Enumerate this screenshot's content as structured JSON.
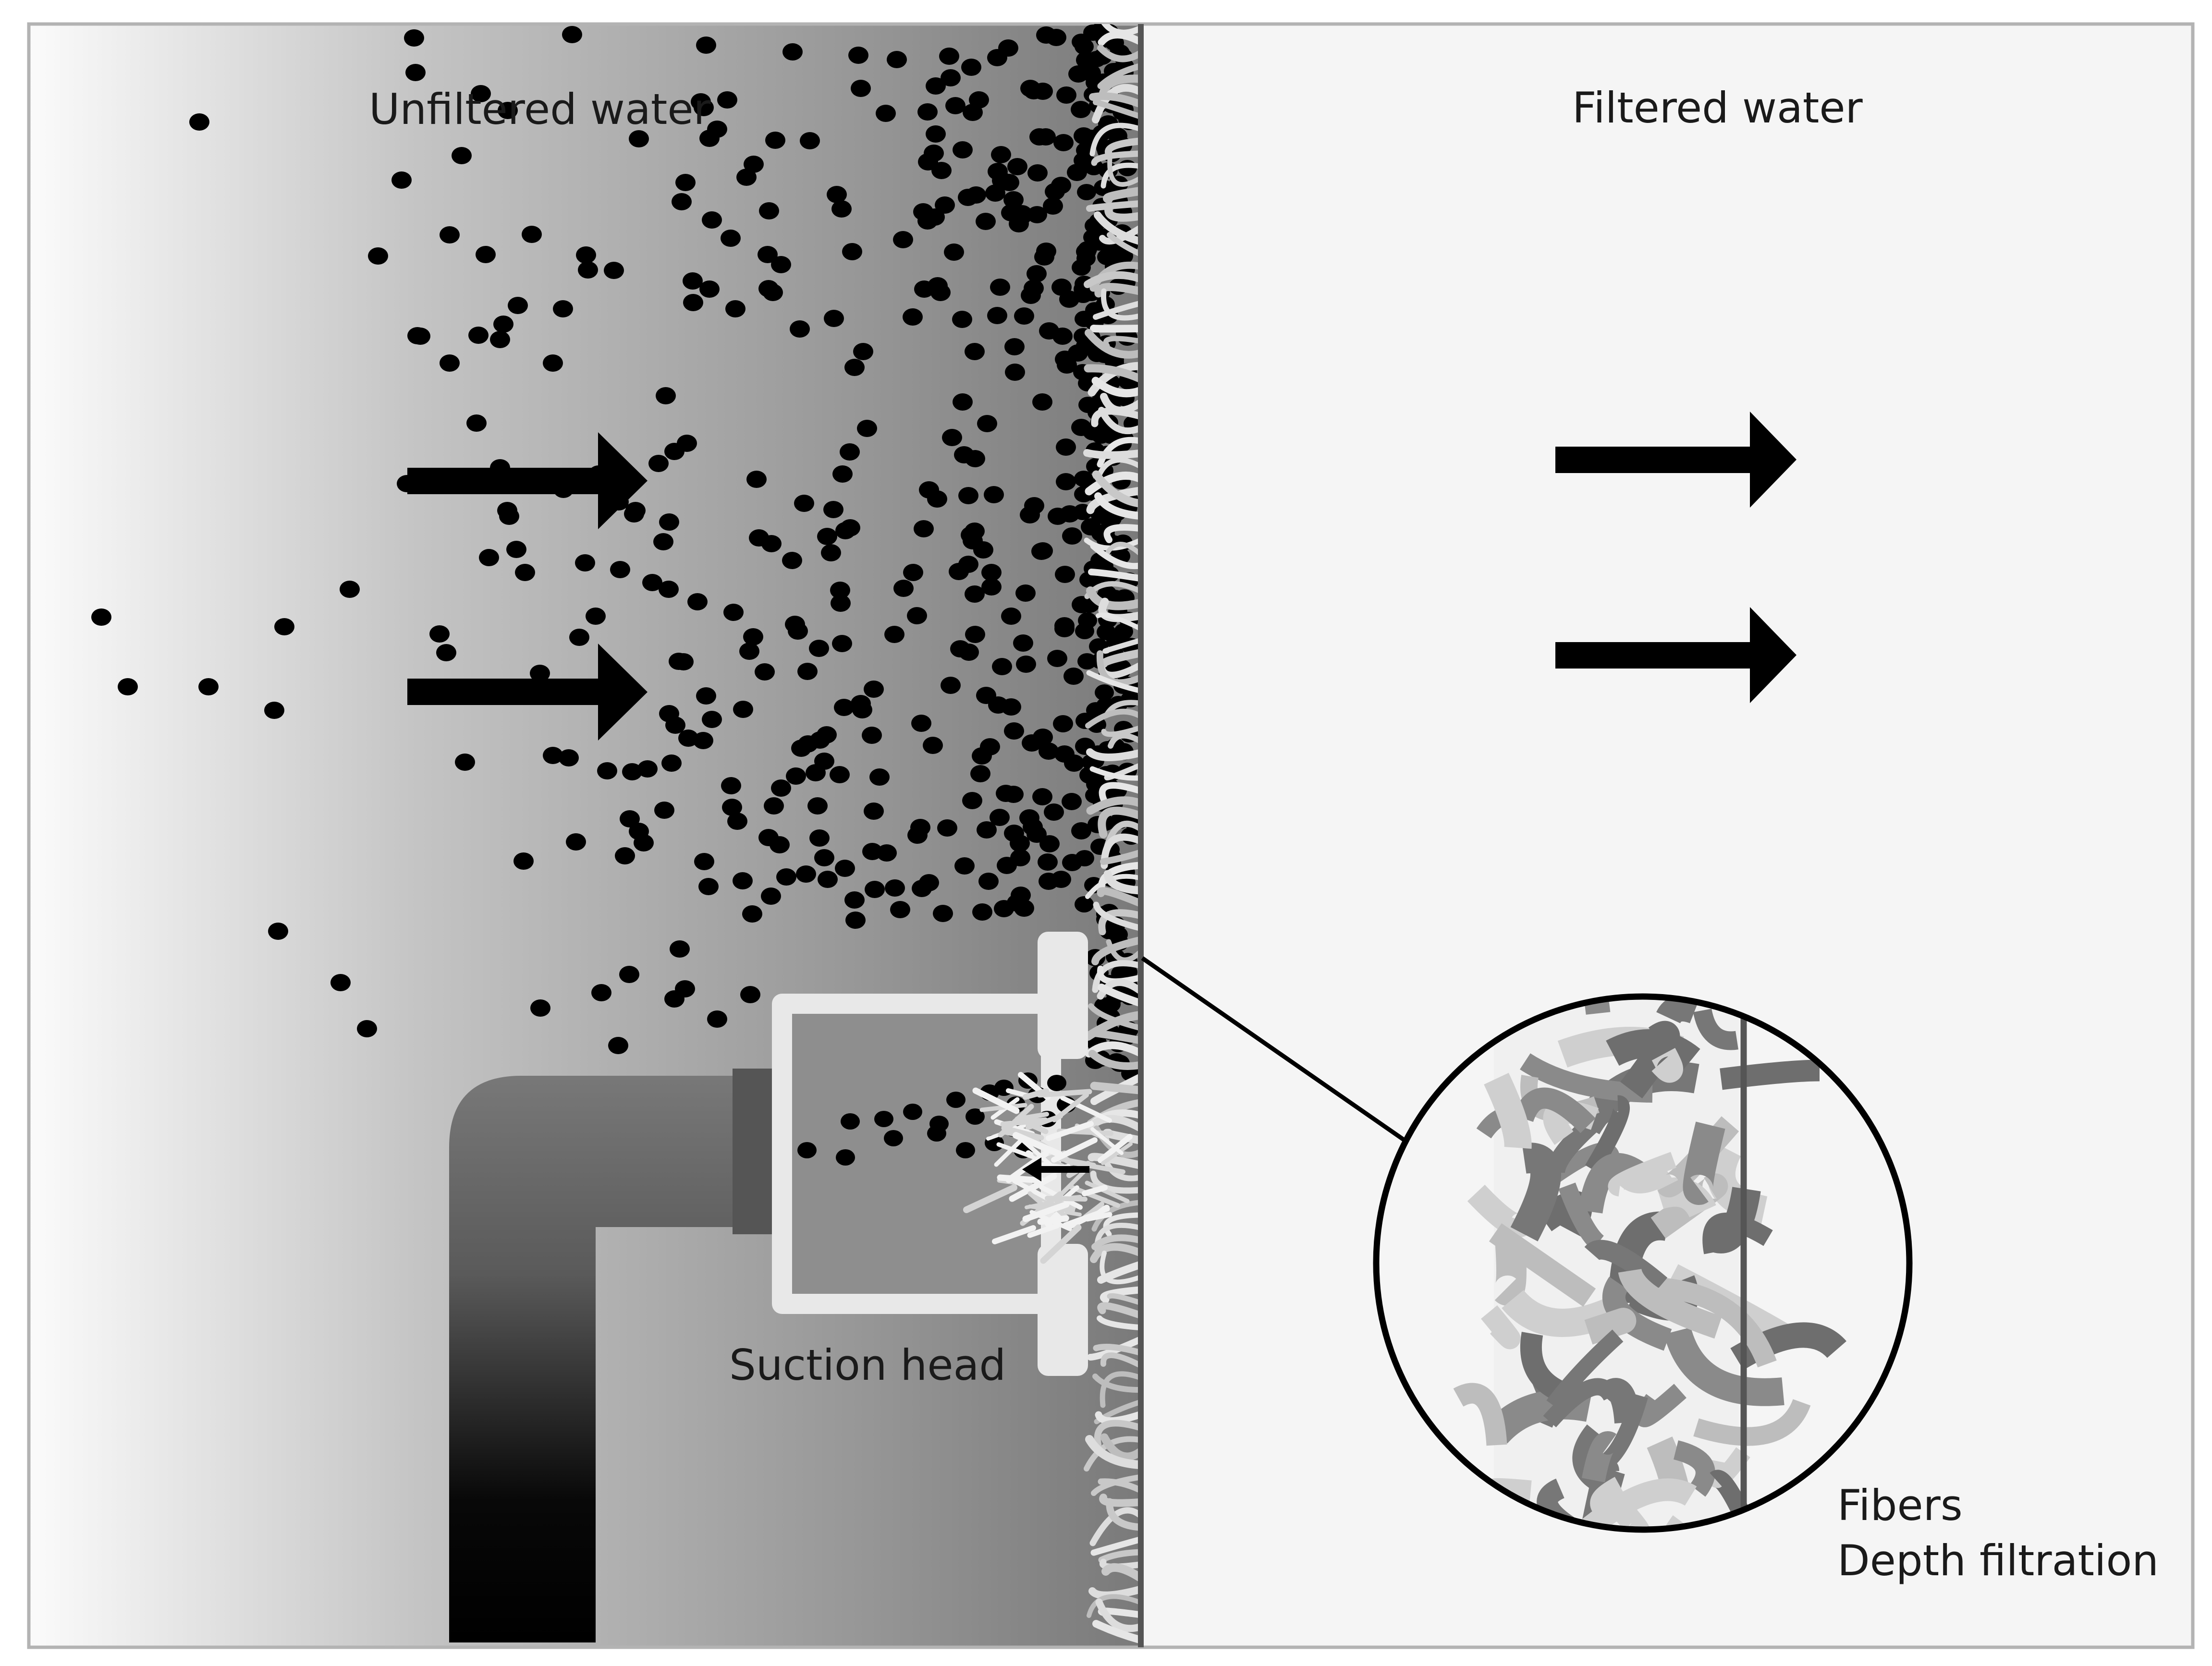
{
  "labels": {
    "unfiltered": "Unfiltered water",
    "filtered": "Filtered water",
    "suction_head": "Suction head",
    "fibers": "Fibers",
    "depth_filtration": "Depth filtration"
  },
  "colors": {
    "border": "#b3b3b3",
    "filtered_bg": "#f5f5f5",
    "gradient_light": "#fbfbfb",
    "gradient_dark": "#7a7a7a",
    "particle": "#000000",
    "filter_wall": "#555555",
    "fiber_light": "#dddddd",
    "fiber_mid": "#bdbdbd",
    "fiber_dark": "#6e6e6e",
    "pipe": "#707070",
    "pipe_dark": "#000000",
    "head_frame": "#e8e8e8"
  },
  "icons": [
    "arrow-right-icon",
    "arrow-left-icon",
    "magnifier-circle-icon"
  ]
}
